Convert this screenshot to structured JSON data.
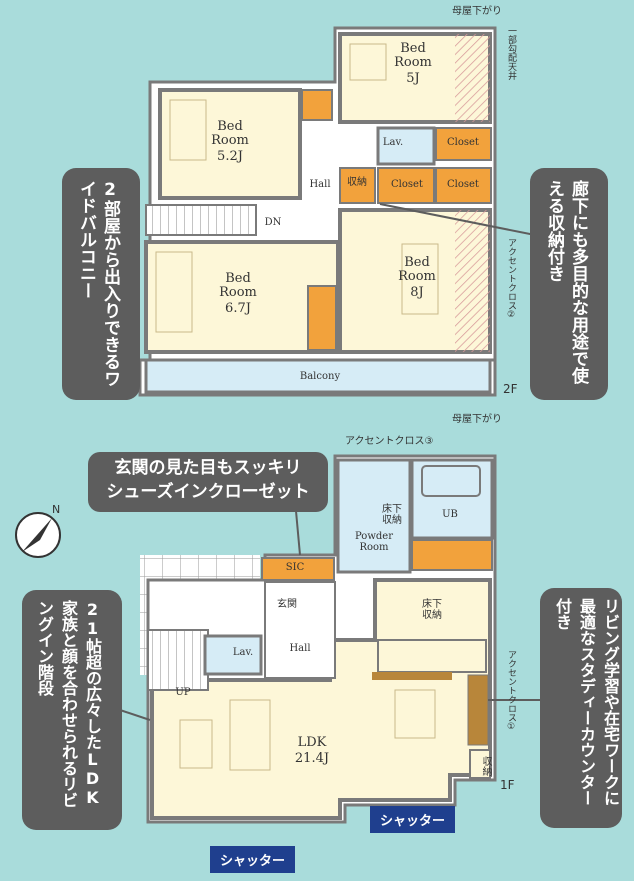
{
  "floor2": {
    "label": "2F",
    "rooms": {
      "bed5": {
        "name": "Bed\nRoom",
        "size": "5J"
      },
      "bed52": {
        "name": "Bed\nRoom",
        "size": "5.2J"
      },
      "bed67": {
        "name": "Bed\nRoom",
        "size": "6.7J"
      },
      "bed8": {
        "name": "Bed\nRoom",
        "size": "8J"
      },
      "hall": "Hall",
      "dn": "DN",
      "balcony": "Balcony",
      "lav": "Lav.",
      "storage": "収納",
      "closet": "Closet"
    },
    "notes": {
      "roof_top": "母屋下がり",
      "roof_bottom": "母屋下がり",
      "ceiling": "一部勾配天井",
      "accent2": "アクセントクロス②"
    },
    "callouts": {
      "balcony_callout": "2部屋から出入りできるワイドバルコニー",
      "storage_callout": "廊下にも多目的な用途で使える収納付き"
    }
  },
  "floor1": {
    "label": "1F",
    "rooms": {
      "ldk": {
        "name": "LDK",
        "size": "21.4J"
      },
      "powder": "Powder\nRoom",
      "ub": "UB",
      "hall": "Hall",
      "genkan": "玄関",
      "sic": "SIC",
      "lav": "Lav.",
      "up": "UP",
      "underfloor": "床下\n収納",
      "storage": "収納"
    },
    "notes": {
      "accent3": "アクセントクロス③",
      "accent1": "アクセントクロス①"
    },
    "callouts": {
      "entrance_callout": "玄関の見た目もスッキリ\nシューズインクローゼット",
      "ldk_callout": "21帖超の広々したLDK家族と顔を合わせられるリビングイン階段",
      "study_callout": "リビング学習や在宅ワークに最適なスタディーカウンター付き"
    },
    "shutter_labels": [
      "シャッター",
      "シャッター"
    ]
  },
  "compass": {
    "north": "N"
  },
  "colors": {
    "background": "#a9dcdb",
    "room": "#fdf7d8",
    "wet": "#d6ecf6",
    "wall": "#7a7a7a",
    "callout": "#5d5d5d",
    "closet": "#f2a23c",
    "shutter": "#1f3f8e"
  }
}
